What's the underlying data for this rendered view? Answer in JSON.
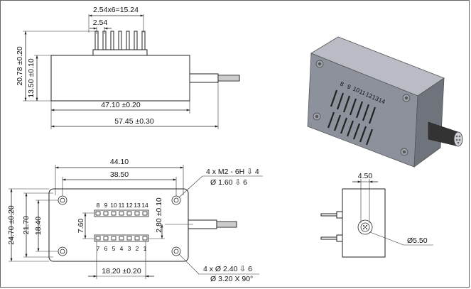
{
  "side_view": {
    "pitch_total": "2.54x6=15.24",
    "pitch": "2.54",
    "height_total": "20.78 ±0.20",
    "height_body": "13.50 ±0.10",
    "length_body": "47.10 ±0.20",
    "length_total": "57.45 ±0.30"
  },
  "top_view": {
    "hole_span": "44.10",
    "inner_span": "38.50",
    "height_total": "24.70 ±0.20",
    "height_inner": "21.70",
    "height_holes": "18.40",
    "row_pitch": "7.60",
    "row_offset": "2.80 ±0.10",
    "pin_row_width": "18.20 ±0.20",
    "mount_note_line1": "4 x  M2 - 6H ⇩ 4",
    "mount_note_line2": "Ø 1.60 ⇩ 6",
    "cbore_note_line1": "4 x Ø 2.40 ⇩ 6",
    "cbore_note_line2": "Ø 3.20 X 90°",
    "top_row_pins": [
      "8",
      "9",
      "10",
      "11",
      "12",
      "13",
      "14"
    ],
    "bottom_row_pins": [
      "7",
      "6",
      "5",
      "4",
      "3",
      "2",
      "1"
    ]
  },
  "end_view": {
    "width": "4.50",
    "fiber_dia": "Ø5.50"
  },
  "iso_view": {
    "pin_labels": [
      "8",
      "9",
      "10",
      "11",
      "12",
      "13",
      "14"
    ]
  }
}
